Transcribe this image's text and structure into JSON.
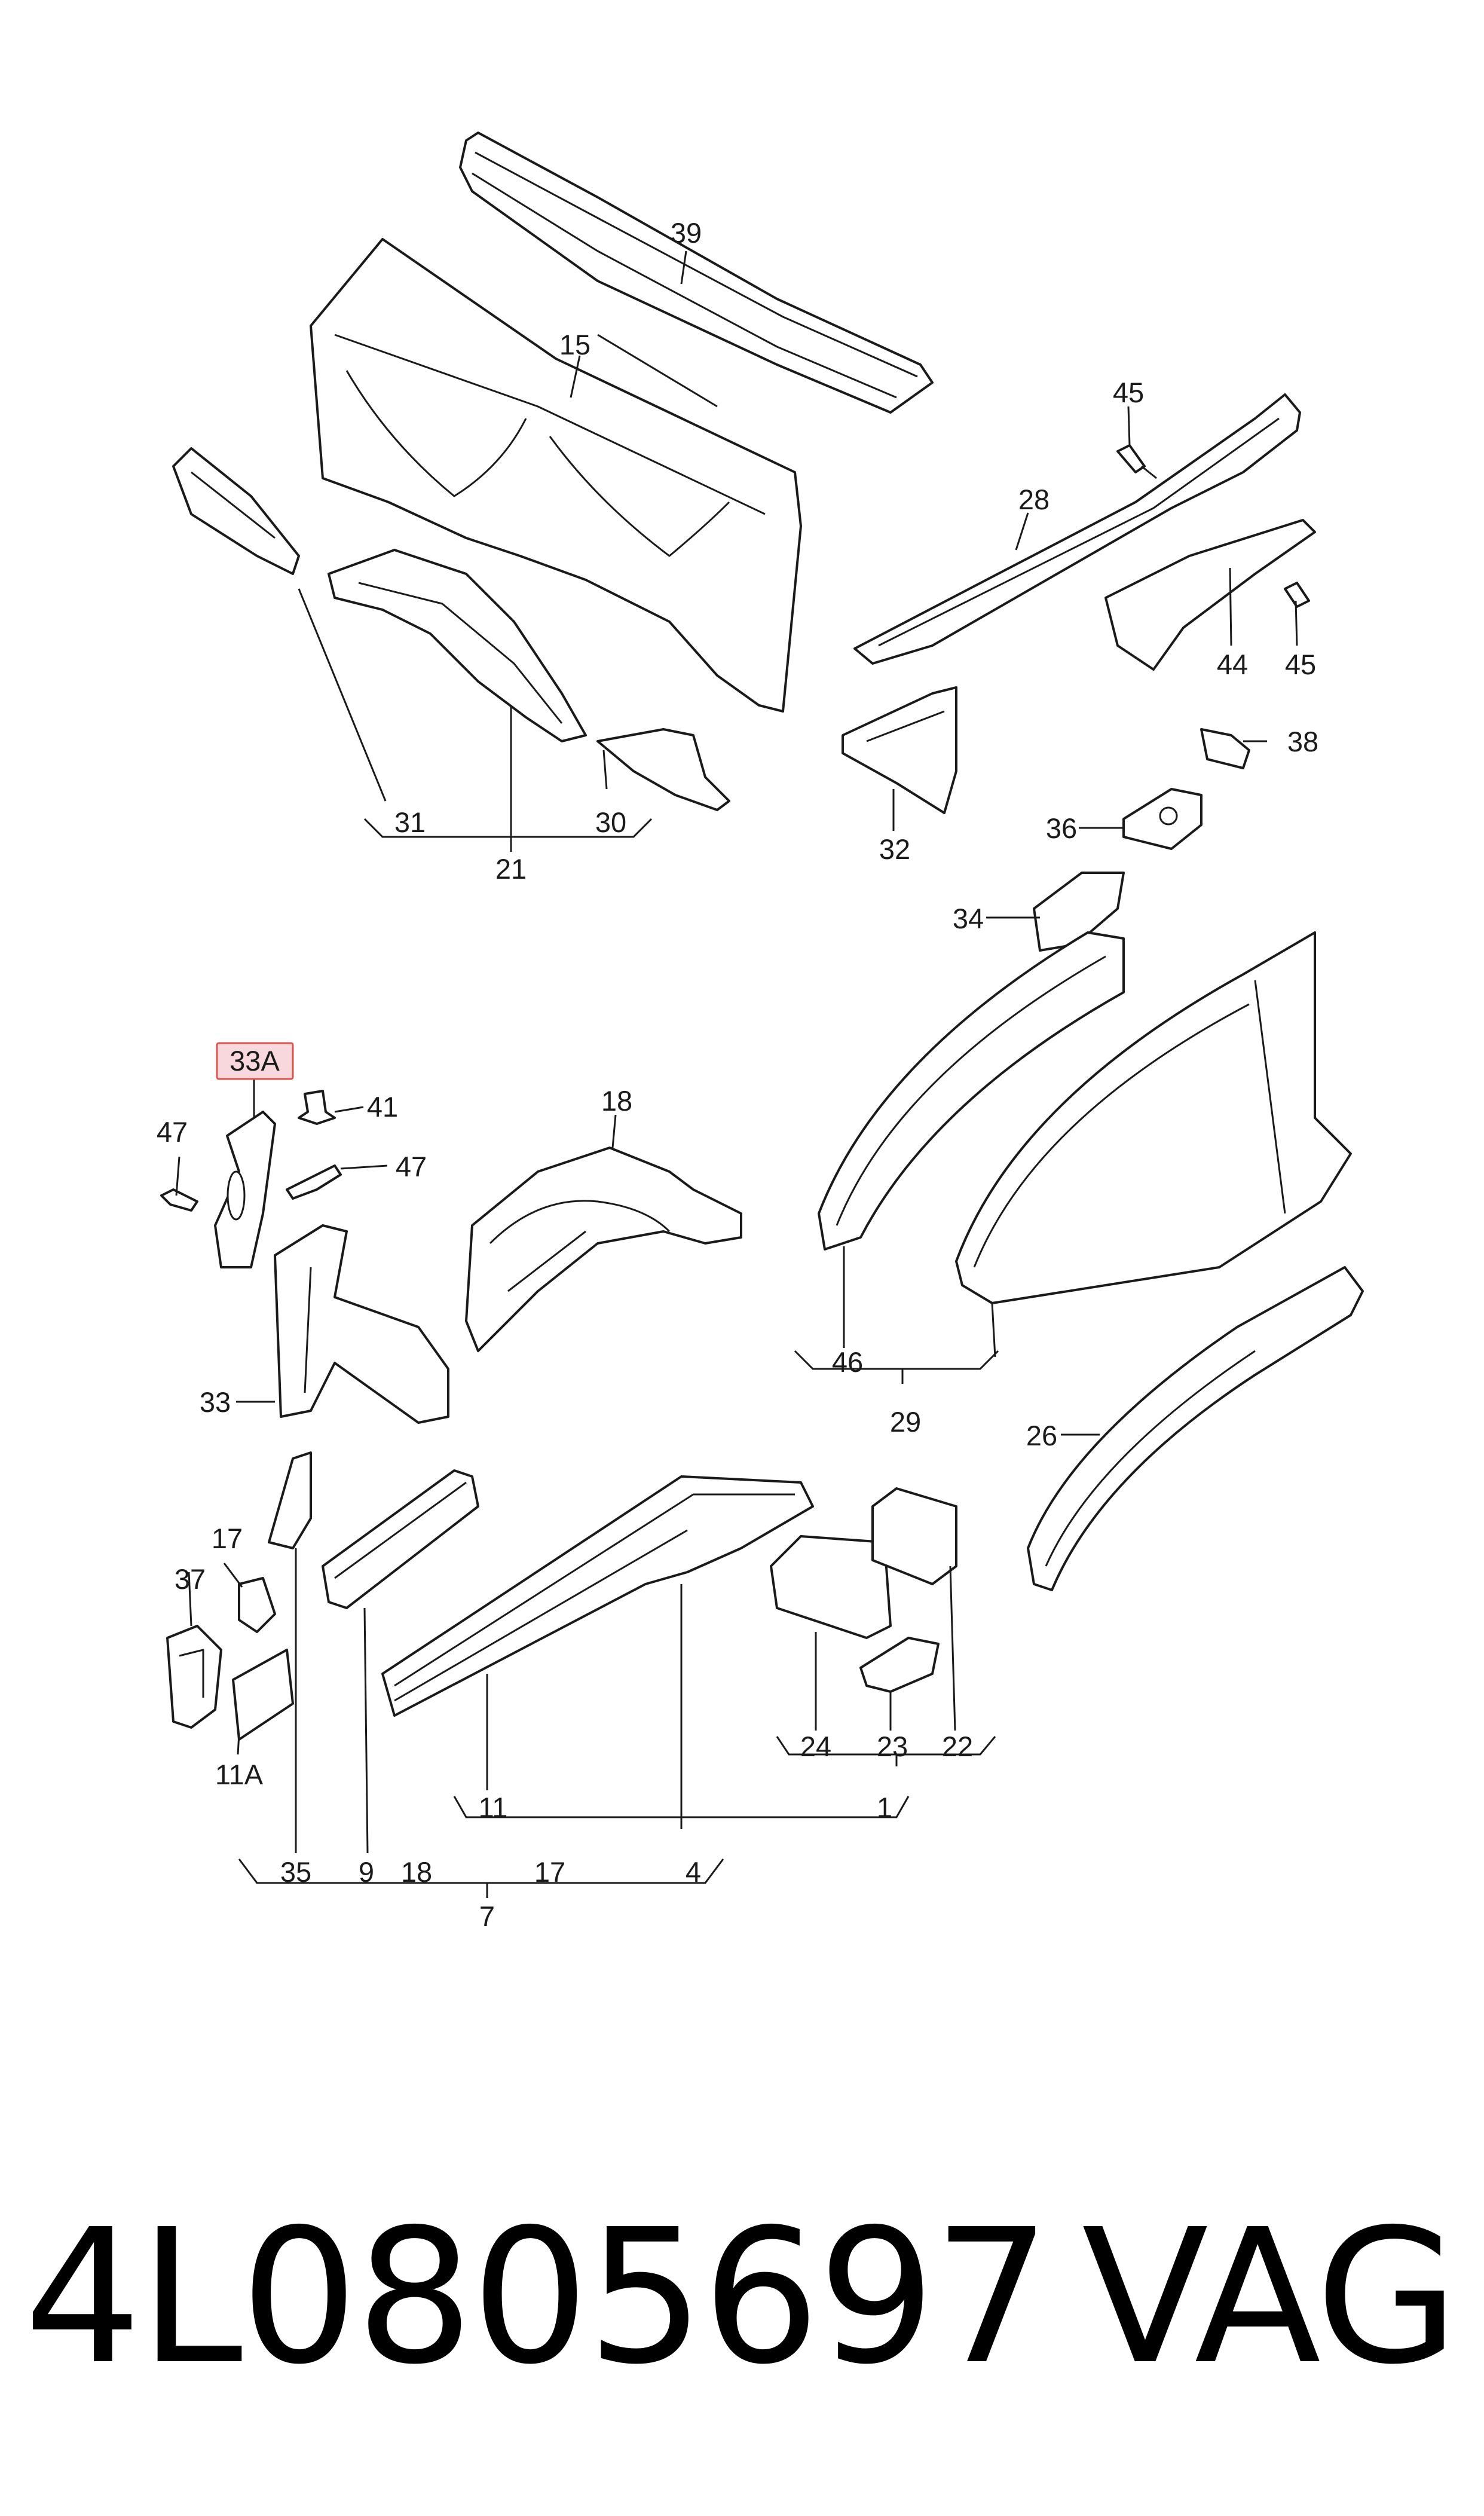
{
  "footer": {
    "part_number": "4L0805697",
    "brand": "VAG"
  },
  "highlight": {
    "label": "33A",
    "color": "#d9534f",
    "fill": "#f8d8dc"
  },
  "callouts": {
    "n39": "39",
    "n15": "15",
    "n45a": "45",
    "n28": "28",
    "n44": "44",
    "n45b": "45",
    "n38": "38",
    "n32": "32",
    "n36": "36",
    "n34": "34",
    "n31": "31",
    "n30": "30",
    "n21": "21",
    "n41": "41",
    "n47a": "47",
    "n47b": "47",
    "n18a": "18",
    "n33": "33",
    "n46": "46",
    "n29": "29",
    "n26": "26",
    "n17a": "17",
    "n37": "37",
    "n11a": "11A",
    "n24": "24",
    "n23": "23",
    "n22": "22",
    "n11": "11",
    "n1": "1",
    "n35": "35",
    "n9": "9",
    "n18b": "18",
    "n17b": "17",
    "n4": "4",
    "n7": "7"
  }
}
